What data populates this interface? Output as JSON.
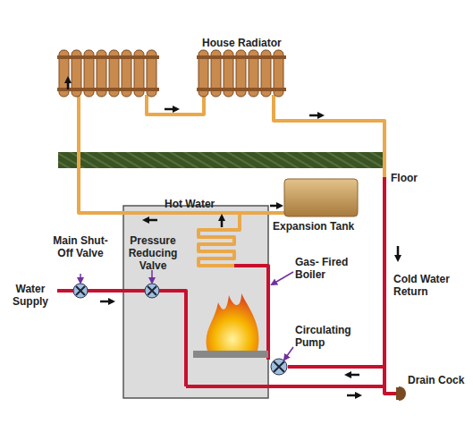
{
  "diagram": {
    "labels": [
      "House Radiator",
      "Floor",
      "Hot Water",
      "Expansion Tank",
      "Main Shut-Off Valve",
      "Pressure Reducing Valve",
      "Water Supply",
      "Gas- Fired Boiler",
      "Circulating Pump",
      "Cold Water Return",
      "Drain Cock"
    ]
  }
}
